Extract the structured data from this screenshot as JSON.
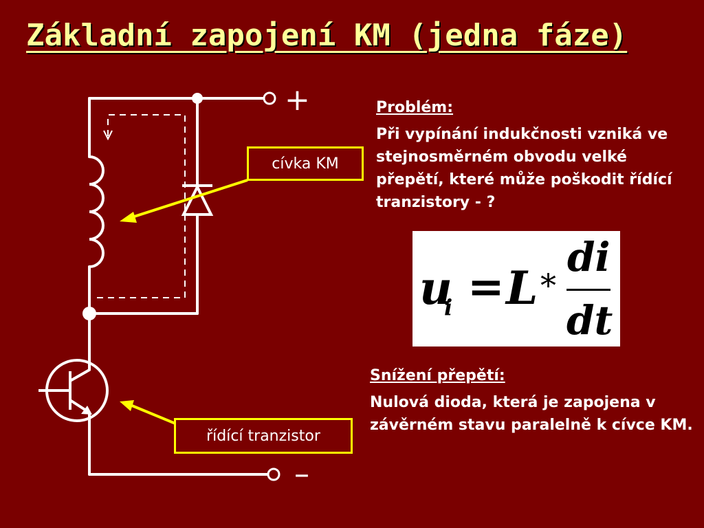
{
  "slide": {
    "title": "Základní zapojení KM (jedna fáze)"
  },
  "circuit": {
    "plus_sign": "+",
    "minus_sign": "–"
  },
  "labels": {
    "coil": "cívka KM",
    "transistor": "řídící tranzistor"
  },
  "problem": {
    "heading": "Problém:",
    "text": "Při vypínání indukčnosti vzniká ve stejnosměrném obvodu velké přepětí, které může poškodit řídící tranzistory - ?"
  },
  "formula": {
    "u": "u",
    "u_sub": "i",
    "equals": "=",
    "L": "L",
    "times": "*",
    "numerator": "di",
    "denominator": "dt"
  },
  "solution": {
    "heading": "Snížení přepětí:",
    "text": "Nulová dioda, která je zapojena v závěrném stavu paralelně k cívce KM."
  },
  "colors": {
    "background": "#7a0000",
    "title": "#ffff99",
    "label_border": "#ffff00",
    "arrow": "#ffff00",
    "wire": "#ffffff"
  }
}
